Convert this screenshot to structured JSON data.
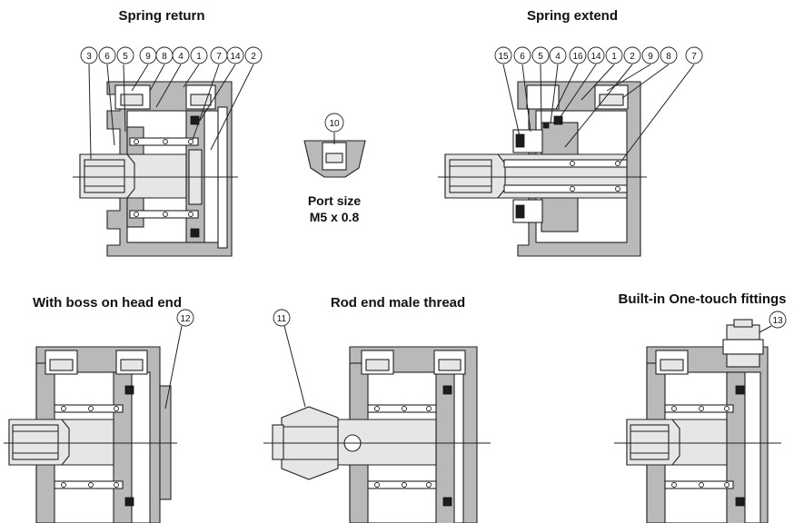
{
  "titles": {
    "spring_return": "Spring return",
    "spring_extend": "Spring extend",
    "boss_head_end": "With boss on head end",
    "rod_end_male": "Rod end male thread",
    "one_touch": "Built-in One-touch fittings"
  },
  "port_size": {
    "line1": "Port size",
    "line2": "M5 x 0.8"
  },
  "callouts": {
    "spring_return": [
      "3",
      "6",
      "5",
      "9",
      "8",
      "4",
      "1",
      "7",
      "14",
      "2"
    ],
    "spring_extend": [
      "15",
      "6",
      "5",
      "4",
      "16",
      "14",
      "1",
      "2",
      "9",
      "8",
      "7"
    ],
    "port": "10",
    "rod_end": "11",
    "boss": "12",
    "fitting": "13"
  }
}
